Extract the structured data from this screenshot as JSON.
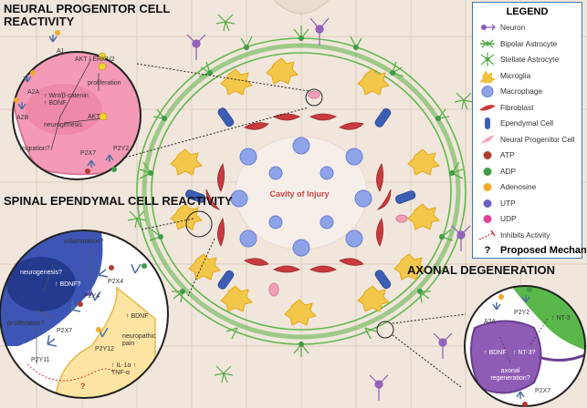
{
  "titles": {
    "npc": "NEURAL PROGENITOR CELL REACTIVITY",
    "sec": "SPINAL EPENDYMAL CELL REACTIVITY",
    "ax": "AXONAL DEGENERATION"
  },
  "cavity": "Cavity of Injury",
  "legend": {
    "title": "LEGEND",
    "items": [
      {
        "label": "Neuron",
        "icon": "neuron-icon",
        "color": "#8e5bb5"
      },
      {
        "label": "Bipolar Astrocyte",
        "icon": "bipolar-astrocyte-icon",
        "color": "#5cab4a"
      },
      {
        "label": "Stellate Astrocyte",
        "icon": "stellate-astrocyte-icon",
        "color": "#5cab4a"
      },
      {
        "label": "Microglia",
        "icon": "microglia-icon",
        "color": "#f0c43c"
      },
      {
        "label": "Macrophage",
        "icon": "macrophage-icon",
        "color": "#8ea3e8"
      },
      {
        "label": "Fibroblast",
        "icon": "fibroblast-icon",
        "color": "#c83a3e"
      },
      {
        "label": "Ependymal Cell",
        "icon": "ependymal-cell-icon",
        "color": "#3c5fb5"
      },
      {
        "label": "Neural Progenitor Cell",
        "icon": "neural-progenitor-cell-icon",
        "color": "#f2a0b8"
      },
      {
        "label": "ATP",
        "icon": "atp-dot",
        "color": "#b53a2f"
      },
      {
        "label": "ADP",
        "icon": "adp-dot",
        "color": "#3f9c48"
      },
      {
        "label": "Adenosine",
        "icon": "adenosine-dot",
        "color": "#f0a92a"
      },
      {
        "label": "UTP",
        "icon": "utp-dot",
        "color": "#6a60c8"
      },
      {
        "label": "UDP",
        "icon": "udp-dot",
        "color": "#e0409a"
      },
      {
        "label": "Inhibits Activity",
        "icon": "inhibits-activity-icon",
        "color": "#d23a3a"
      },
      {
        "label": "Proposed Mechanism",
        "icon": "question-mark-icon",
        "symbol": "?"
      }
    ]
  },
  "npc": {
    "a1": "A1",
    "a2a": "A2A",
    "a2b": "A2B",
    "akt_erk": "AKT / ERK1/2",
    "proliferation": "proliferation",
    "wnt": "↑ Wnt/β-catenin",
    "bdnf": "↑ BDNF",
    "neurogenesis": "neurogenesis",
    "akt": "AKT",
    "migration": "migration?",
    "p2x7": "P2X7",
    "p2y2": "P2Y2"
  },
  "sec": {
    "inflammation": "inflammation?",
    "neurogenesis": "neurogenesis?",
    "bdnf_up": "↑ BDNF?",
    "p2x4": "P2X4",
    "p2y4": "P2Y4",
    "p2x7": "P2X7",
    "proliferation": "proliferation?",
    "p2y11": "P2Y11",
    "p2y12": "P2Y12",
    "mg_bdnf": "↑ BDNF",
    "neuropathic": "neuropathic pain",
    "cytokines": "↑ IL-1α ↑ TNF-α",
    "question": "?"
  },
  "ax": {
    "a2a": "A2A",
    "p2y2": "P2Y2",
    "nt3": "↑ NT-3",
    "bdnf": "↑ BDNF",
    "nt3q": "↑ NT-3?",
    "regen": "axonal regeneration?",
    "p2x7": "P2X7"
  }
}
